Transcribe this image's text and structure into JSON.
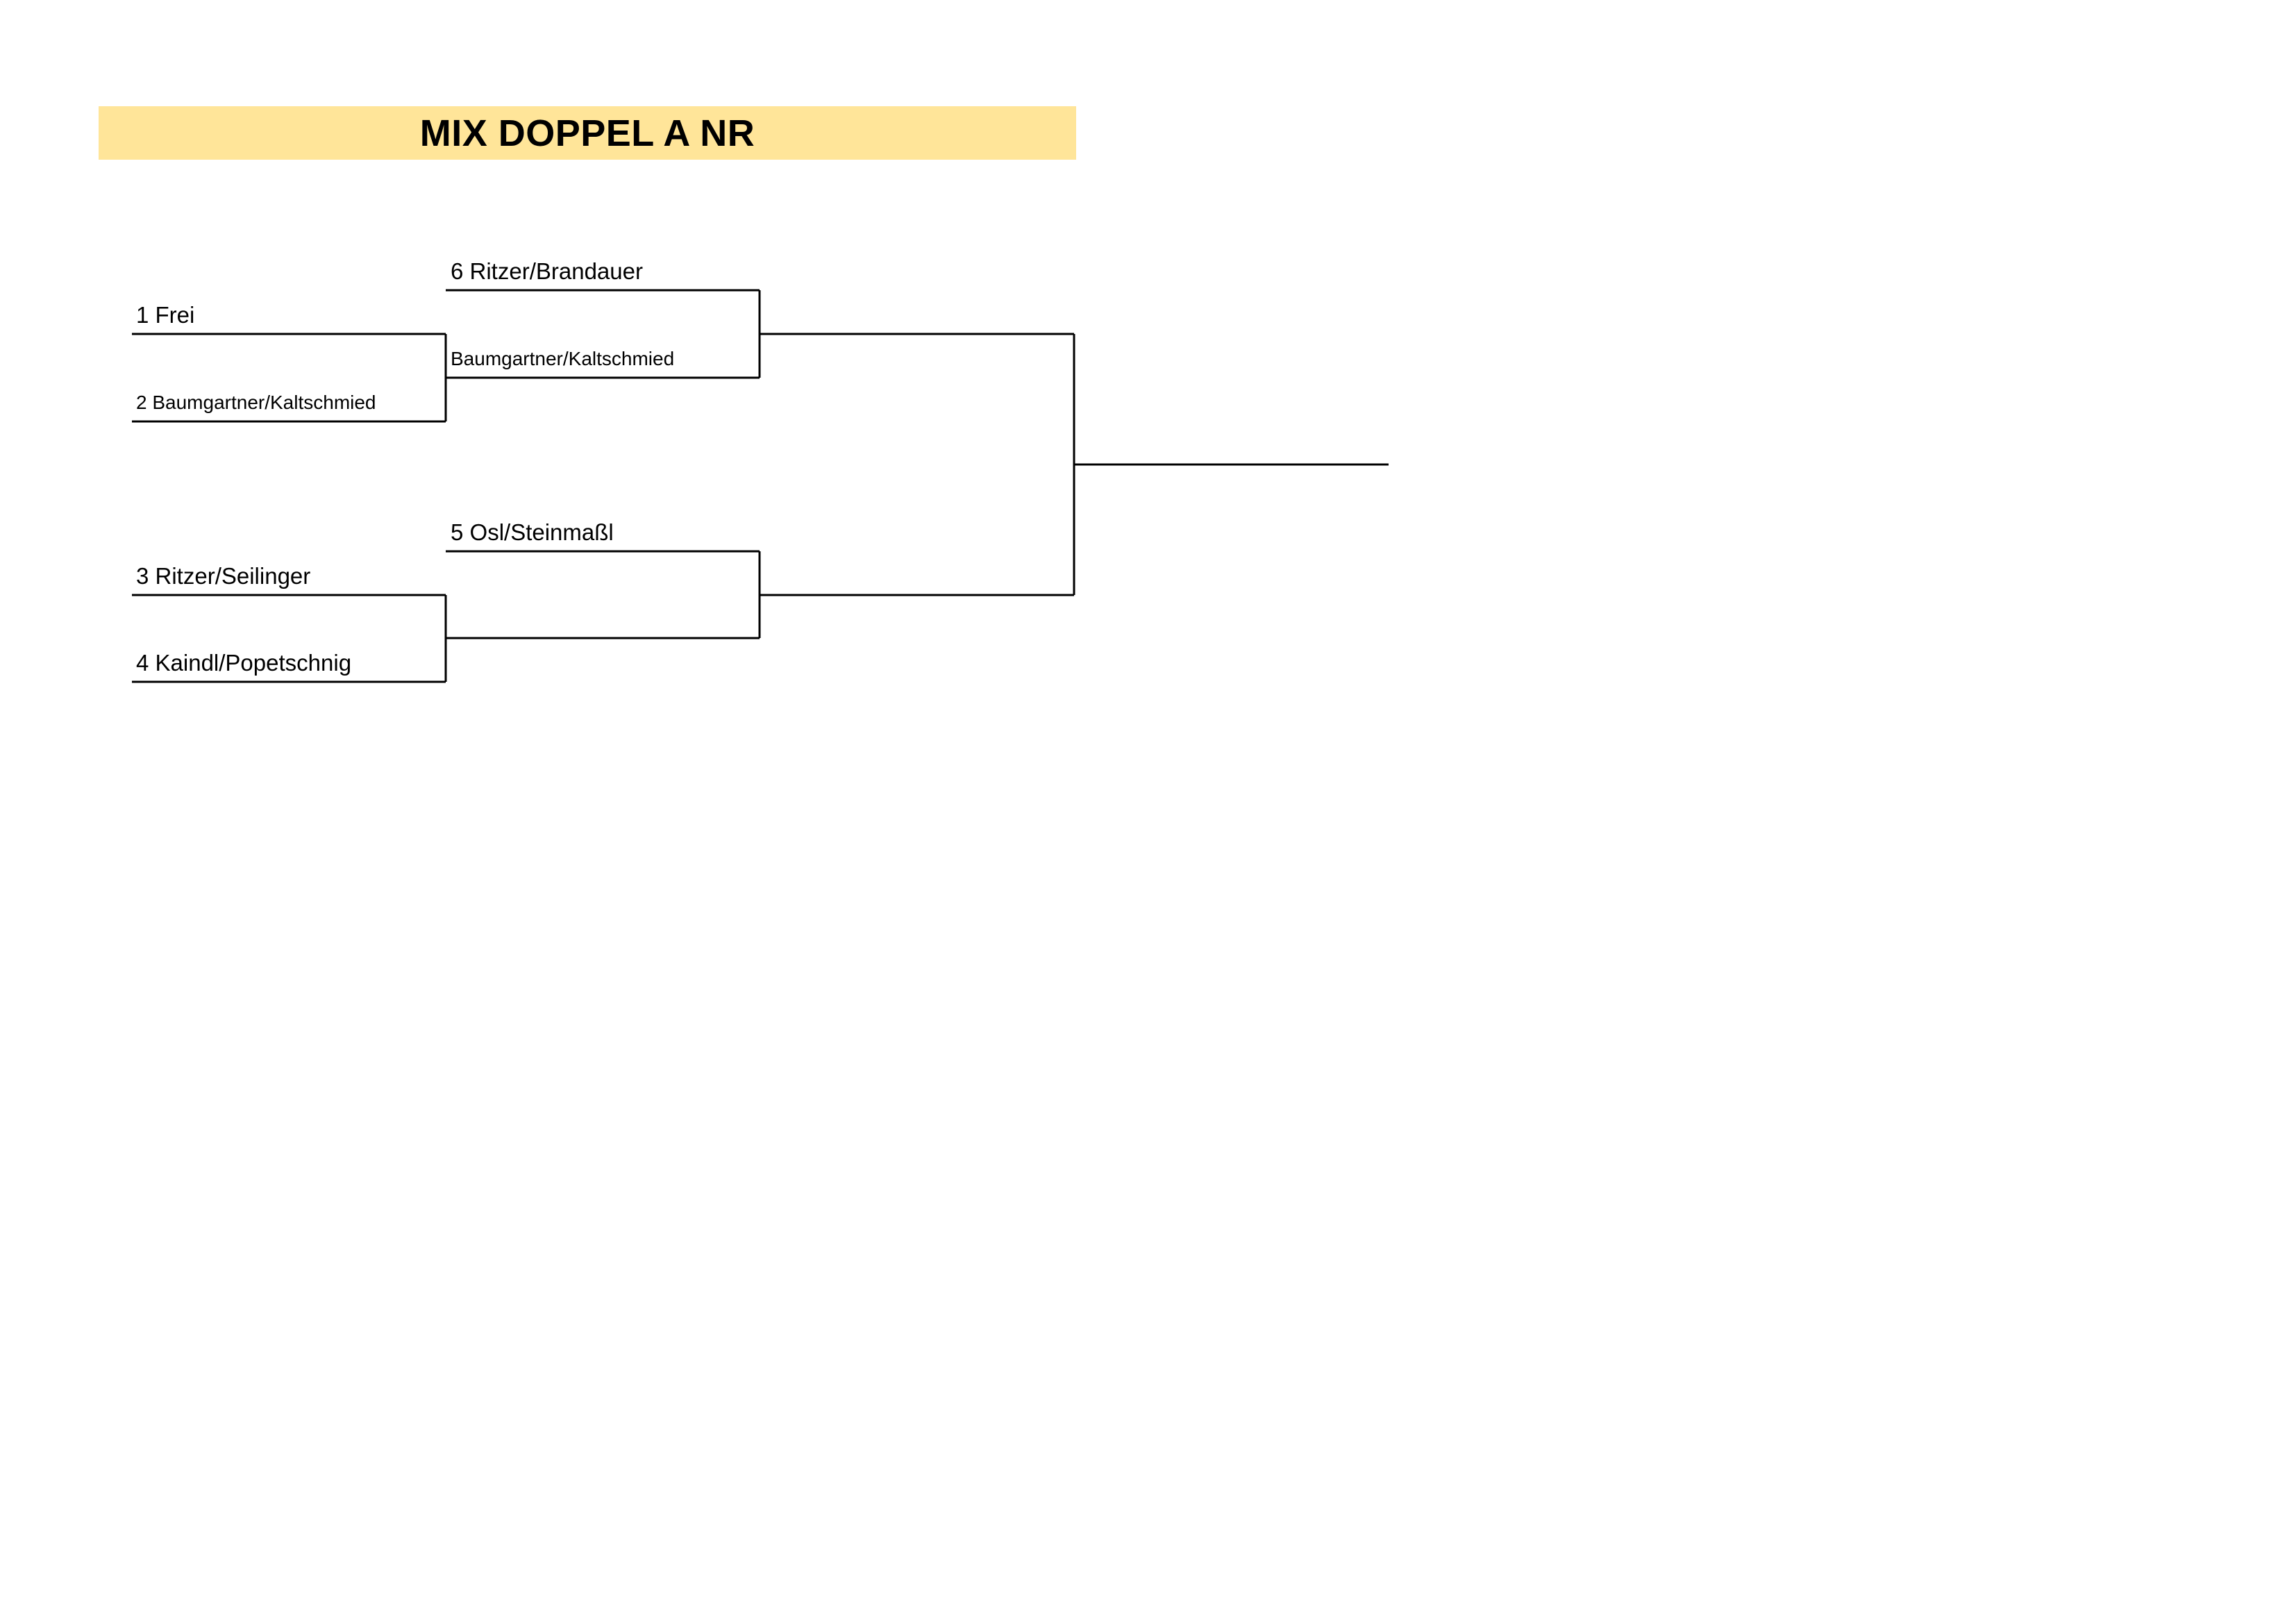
{
  "title": "MIX DOPPEL A NR",
  "round1": {
    "match1": {
      "top": "1 Frei",
      "bottom": "2 Baumgartner/Kaltschmied"
    },
    "match2": {
      "top": "3 Ritzer/Seilinger",
      "bottom": "4 Kaindl/Popetschnig"
    }
  },
  "round2": {
    "match1": {
      "top": "6 Ritzer/Brandauer",
      "bottom": "Baumgartner/Kaltschmied"
    },
    "match2": {
      "top": "5 Osl/Steinmaßl",
      "bottom": ""
    }
  },
  "final": {
    "winner": ""
  }
}
